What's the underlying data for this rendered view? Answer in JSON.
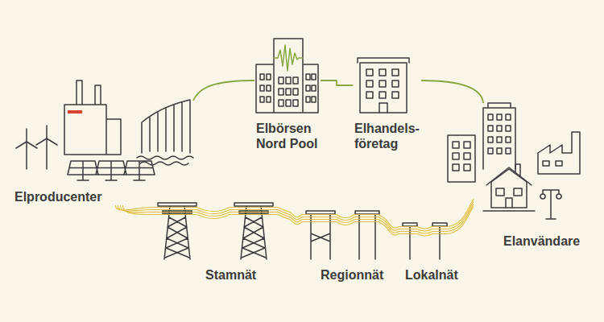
{
  "diagram": {
    "nodes": [
      {
        "text": [
          "Elproducenter"
        ]
      },
      {
        "text": [
          "Elbörsen Nord Pool"
        ]
      },
      {
        "text": [
          "Elhandels- företag"
        ]
      },
      {
        "text": [
          "Elanvändare"
        ]
      },
      {
        "text": [
          "Stamnät"
        ]
      },
      {
        "text": [
          "Regionnät"
        ]
      },
      {
        "text": [
          "Lokalnät"
        ]
      }
    ],
    "edges": [
      {
        "from": 0,
        "to": 1,
        "arrow": "none"
      },
      {
        "from": 1,
        "to": 2,
        "arrow": "none"
      },
      {
        "from": 2,
        "to": 3,
        "arrow": "none"
      },
      {
        "from": 0,
        "to": 4,
        "arrow": "none"
      },
      {
        "from": 4,
        "to": 5,
        "arrow": "none"
      },
      {
        "from": 5,
        "to": 6,
        "arrow": "none"
      },
      {
        "from": 6,
        "to": 3,
        "arrow": "none"
      }
    ]
  }
}
